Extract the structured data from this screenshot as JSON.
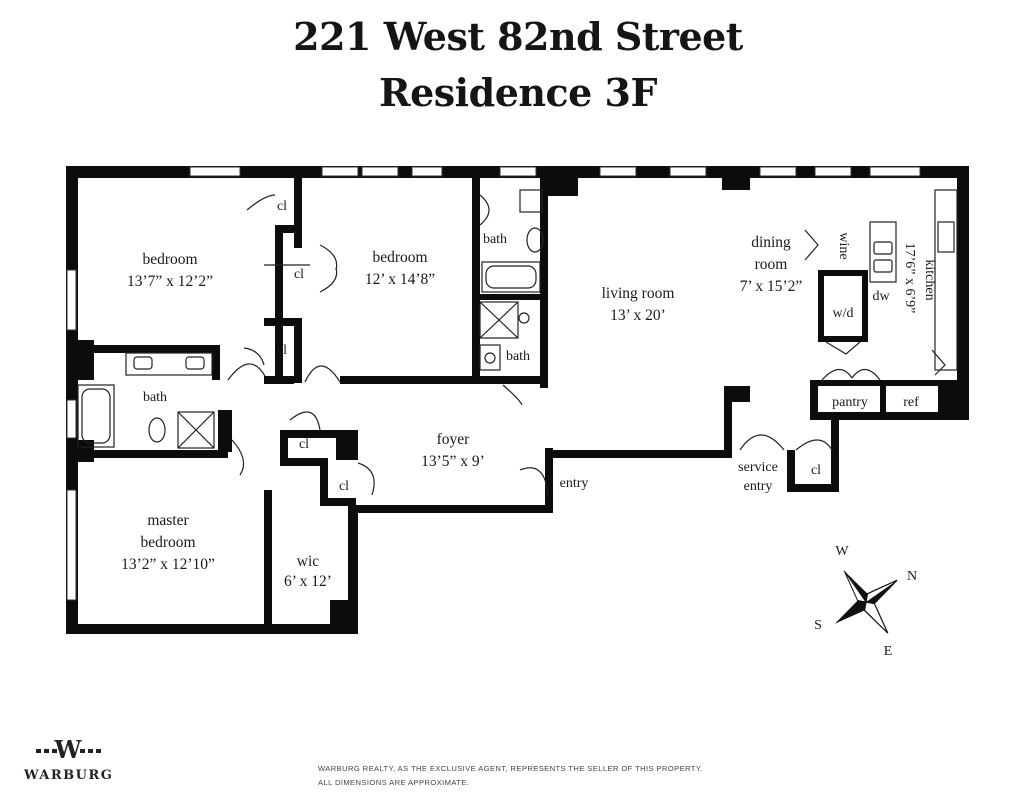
{
  "title": {
    "line1": "221 West 82nd Street",
    "line2": "Residence 3F"
  },
  "rooms": {
    "bedroom1": {
      "name": "bedroom",
      "size": "13’7” x 12’2”"
    },
    "bedroom2": {
      "name": "bedroom",
      "size": "12’ x 14’8”"
    },
    "closet": "cl",
    "bath": "bath",
    "living": {
      "name": "living room",
      "size": "13’ x 20’"
    },
    "dining": {
      "name1": "dining",
      "name2": "room",
      "size": "7’ x 15’2”"
    },
    "wine": "wine",
    "kitchen": {
      "name": "kitchen",
      "size": "17’6” x 6’9”"
    },
    "dw": "dw",
    "wd": "w/d",
    "pantry": "pantry",
    "ref": "ref",
    "foyer": {
      "name": "foyer",
      "size": "13’5” x 9’"
    },
    "entry": "entry",
    "service_entry": {
      "line1": "service",
      "line2": "entry"
    },
    "master": {
      "name1": "master",
      "name2": "bedroom",
      "size": "13’2” x 12’10”"
    },
    "wic": {
      "name": "wic",
      "size": "6’ x 12’"
    }
  },
  "compass": {
    "n": "N",
    "s": "S",
    "e": "E",
    "w": "W"
  },
  "brand": {
    "name": "WARBURG",
    "mark": "W"
  },
  "disclaimer": {
    "line1": "WARBURG REALTY, AS THE EXCLUSIVE AGENT, REPRESENTS THE SELLER OF THIS PROPERTY.",
    "line2": "ALL DIMENSIONS ARE APPROXIMATE."
  }
}
